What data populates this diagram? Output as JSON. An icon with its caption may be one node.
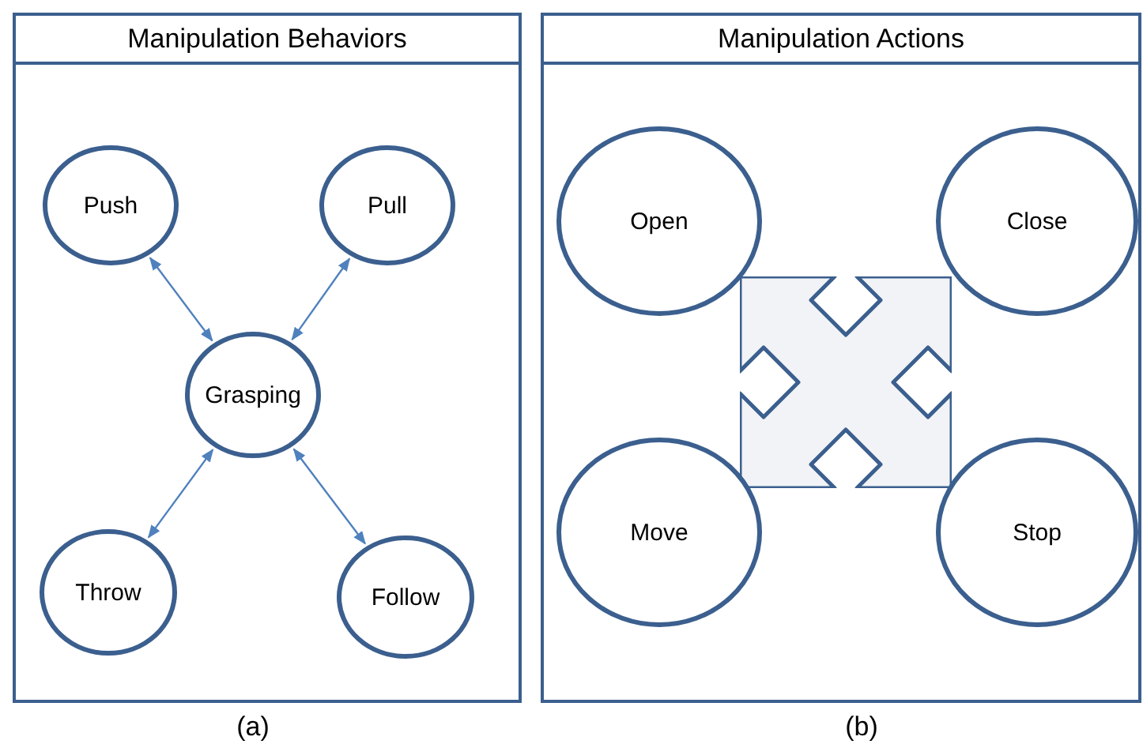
{
  "diagram": {
    "nodes": [
      {
        "text": [
          "Manipulation Behaviors"
        ]
      },
      {
        "text": [
          "Push"
        ],
        "in": 0
      },
      {
        "text": [
          "Pull"
        ],
        "in": 0
      },
      {
        "text": [
          "Grasping"
        ],
        "in": 0
      },
      {
        "text": [
          "Throw"
        ],
        "in": 0
      },
      {
        "text": [
          "Follow"
        ],
        "in": 0
      },
      {
        "text": [
          "Manipulation Actions"
        ]
      },
      {
        "text": [
          "Open"
        ],
        "in": 6
      },
      {
        "text": [
          "Close"
        ],
        "in": 6
      },
      {
        "text": [],
        "shape": "box",
        "in": 6
      },
      {
        "text": [
          "Move"
        ],
        "in": 6
      },
      {
        "text": [
          "Stop"
        ],
        "in": 6
      }
    ],
    "edges": [
      {
        "from": 1,
        "to": 3,
        "arrow": "both"
      },
      {
        "from": 2,
        "to": 3,
        "arrow": "both"
      },
      {
        "from": 4,
        "to": 3,
        "arrow": "both"
      },
      {
        "from": 5,
        "to": 3,
        "arrow": "both"
      }
    ],
    "labels": [
      "(a)",
      "(b)"
    ]
  }
}
